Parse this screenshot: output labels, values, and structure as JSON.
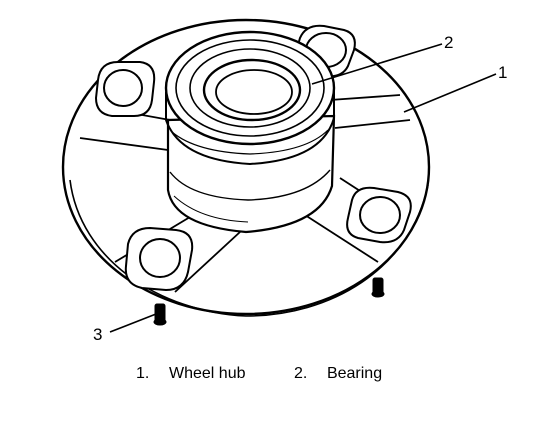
{
  "diagram": {
    "callouts": [
      "1",
      "2",
      "3"
    ],
    "legend": [
      {
        "number": "1.",
        "label": "Wheel hub"
      },
      {
        "number": "2.",
        "label": "Bearing"
      }
    ]
  },
  "colors": {
    "line": "#000000",
    "background": "#ffffff"
  }
}
